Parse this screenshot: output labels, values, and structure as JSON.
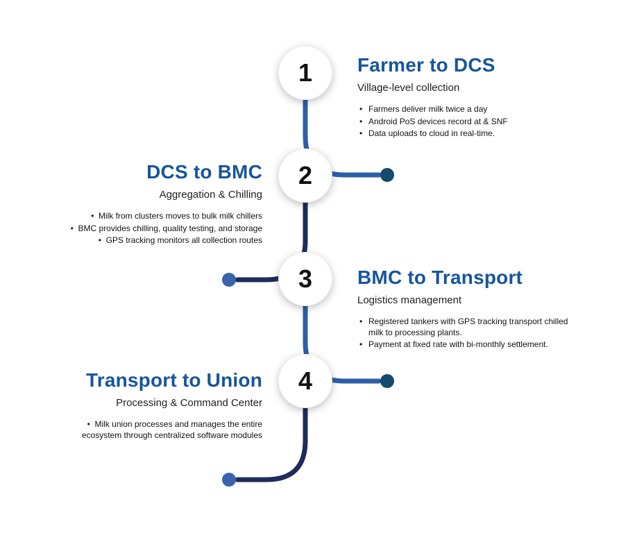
{
  "steps": [
    {
      "number": "1",
      "title": "Farmer to DCS",
      "subtitle": "Village-level collection",
      "side": "right",
      "bullets": [
        "Farmers deliver milk twice a day",
        "Android PoS devices record at & SNF",
        "Data uploads to cloud in real-time."
      ]
    },
    {
      "number": "2",
      "title": "DCS to BMC",
      "subtitle": "Aggregation & Chilling",
      "side": "left",
      "bullets": [
        "Milk from clusters moves to bulk milk chillers",
        "BMC provides chilling, quality testing, and storage",
        "GPS tracking monitors all collection routes"
      ]
    },
    {
      "number": "3",
      "title": "BMC to Transport",
      "subtitle": "Logistics management",
      "side": "right",
      "bullets": [
        "Registered tankers with GPS tracking transport chilled milk to processing plants.",
        "Payment at fixed rate with bi-monthly settlement."
      ]
    },
    {
      "number": "4",
      "title": "Transport to Union",
      "subtitle": "Processing & Command Center",
      "side": "left",
      "bullets": [
        "Milk union processes and manages the entire ecosystem through centralized software modules"
      ]
    }
  ],
  "colors": {
    "title_blue": "#16559c",
    "connector_blue": "#2d5fa8",
    "connector_navy": "#1d2c5b",
    "dot_dark": "#134a6d",
    "dot_blue": "#3a63ae",
    "number_color": "#111111",
    "subtitle_color": "#1f1f1f",
    "bullet_color": "#111111"
  }
}
